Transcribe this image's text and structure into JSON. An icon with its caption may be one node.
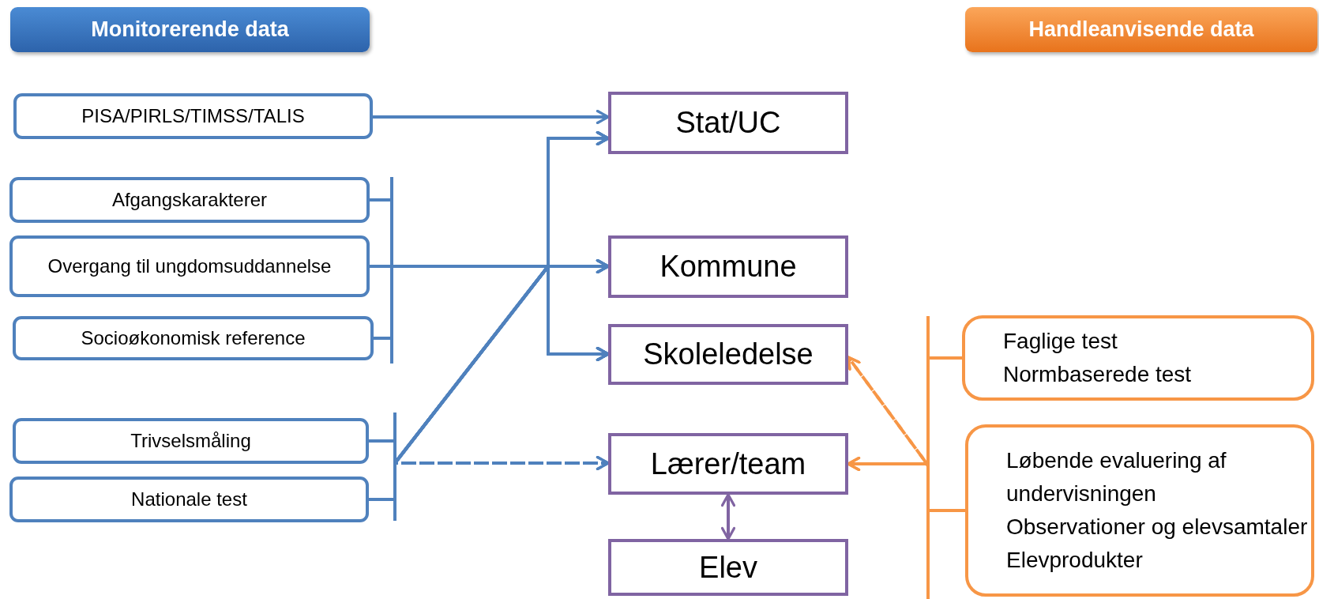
{
  "diagram": {
    "nodes": [
      {
        "text": [
          "Monitorerende data"
        ]
      },
      {
        "text": [
          "Handleanvisende data"
        ]
      },
      {
        "text": [
          "PISA/PIRLS/TIMSS/TALIS"
        ]
      },
      {
        "text": [
          "Afgangskarakterer"
        ]
      },
      {
        "text": [
          "Overgang til ungdomsuddannelse"
        ]
      },
      {
        "text": [
          "Socioøkonomisk reference"
        ]
      },
      {
        "text": [
          "Trivselsmåling"
        ]
      },
      {
        "text": [
          "Nationale test"
        ]
      },
      {
        "text": [
          "Stat/UC"
        ]
      },
      {
        "text": [
          "Kommune"
        ]
      },
      {
        "text": [
          "Skoleledelse"
        ]
      },
      {
        "text": [
          "Lærer/team"
        ]
      },
      {
        "text": [
          "Elev"
        ]
      },
      {
        "text": [
          "Faglige test",
          "Normbaserede test"
        ]
      },
      {
        "text": [
          "Løbende evaluering af undervisningen",
          "Observationer og elevsamtaler",
          "Elevprodukter"
        ]
      }
    ],
    "edges": [
      {
        "from": 2,
        "to": 8,
        "arrow": "to"
      },
      {
        "from": 3,
        "to": 9,
        "arrow": "to"
      },
      {
        "from": 4,
        "to": 9,
        "arrow": "to"
      },
      {
        "from": 5,
        "to": 9,
        "arrow": "to"
      },
      {
        "from": 3,
        "to": 8,
        "arrow": "to"
      },
      {
        "from": 4,
        "to": 8,
        "arrow": "to"
      },
      {
        "from": 5,
        "to": 8,
        "arrow": "to"
      },
      {
        "from": 3,
        "to": 10,
        "arrow": "to"
      },
      {
        "from": 4,
        "to": 10,
        "arrow": "to"
      },
      {
        "from": 5,
        "to": 10,
        "arrow": "to"
      },
      {
        "from": 6,
        "to": 8,
        "arrow": "to"
      },
      {
        "from": 7,
        "to": 8,
        "arrow": "to"
      },
      {
        "from": 6,
        "to": 9,
        "arrow": "to"
      },
      {
        "from": 7,
        "to": 9,
        "arrow": "to"
      },
      {
        "from": 6,
        "to": 10,
        "arrow": "to"
      },
      {
        "from": 7,
        "to": 10,
        "arrow": "to"
      },
      {
        "from": 6,
        "to": 11,
        "arrow": "to",
        "style": "dashed"
      },
      {
        "from": 7,
        "to": 11,
        "arrow": "to",
        "style": "dashed"
      },
      {
        "from": 11,
        "to": 12,
        "arrow": "both",
        "color": "#8064a2"
      },
      {
        "from": 13,
        "to": 11,
        "arrow": "to",
        "color": "#f79646"
      },
      {
        "from": 14,
        "to": 11,
        "arrow": "to",
        "color": "#f79646"
      },
      {
        "from": 13,
        "to": 10,
        "arrow": "to",
        "style": "dashed",
        "color": "#f79646"
      },
      {
        "from": 14,
        "to": 10,
        "arrow": "to",
        "style": "dashed",
        "color": "#f79646"
      }
    ]
  }
}
